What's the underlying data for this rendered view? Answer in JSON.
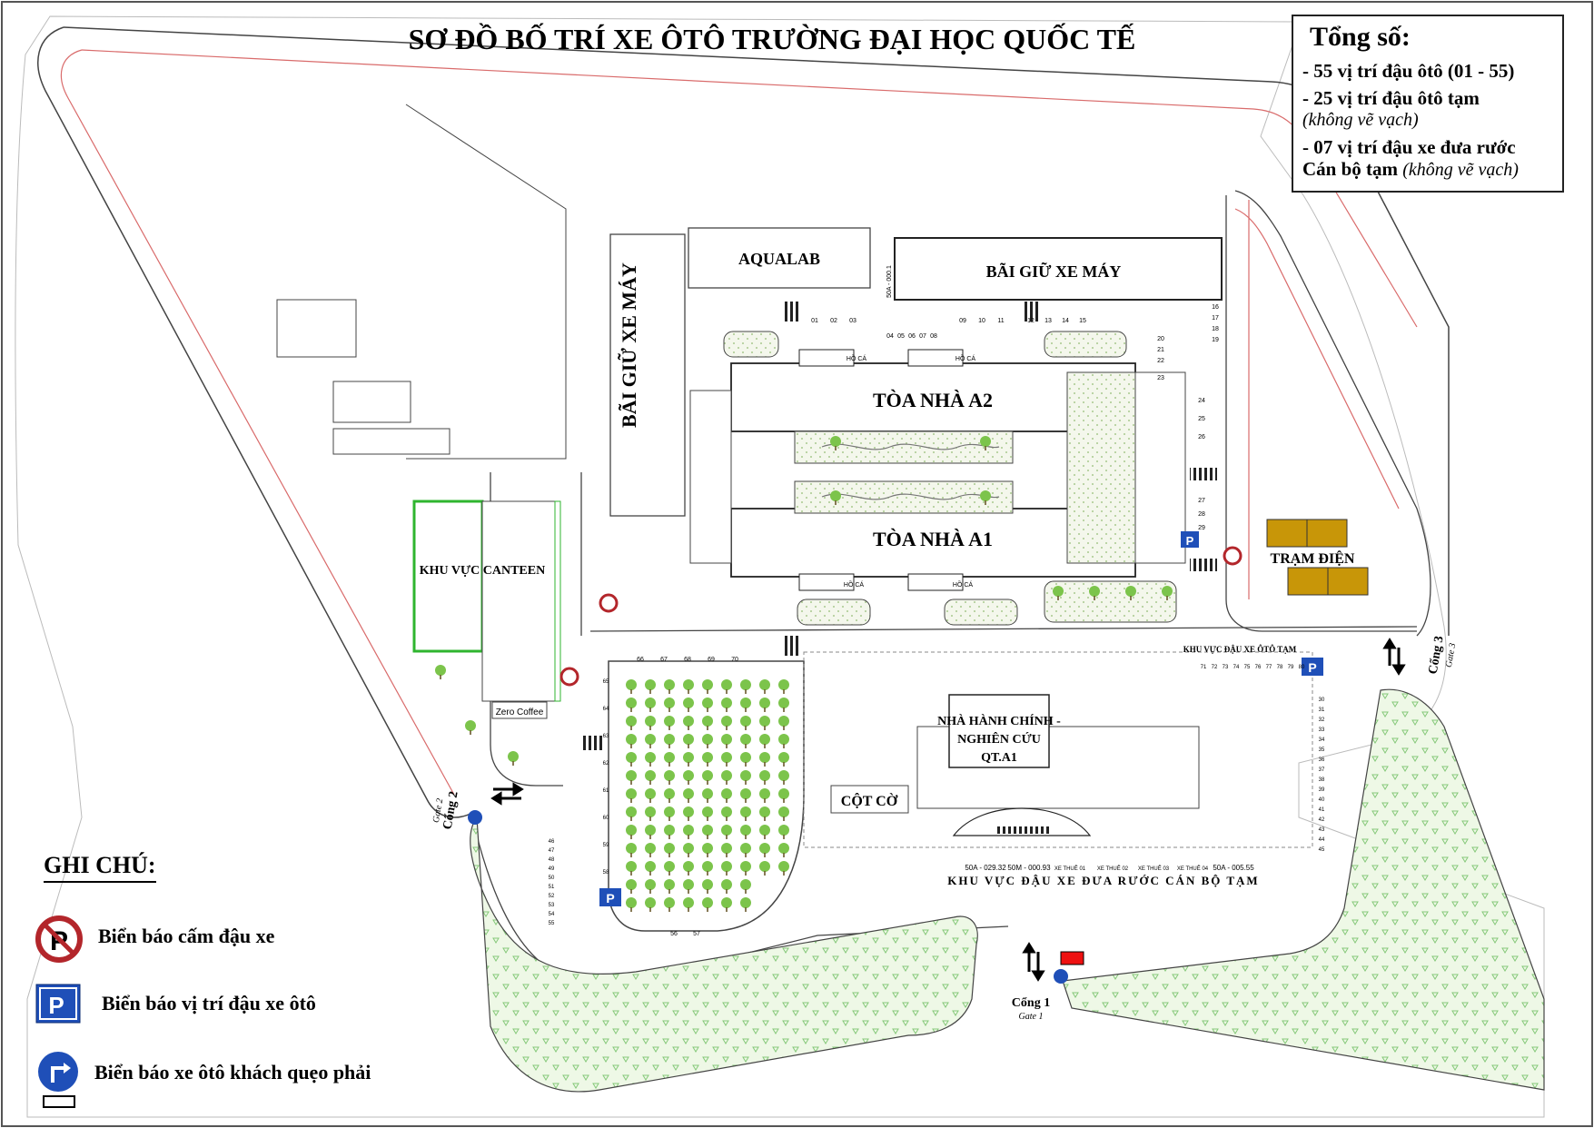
{
  "title": "SƠ ĐỒ BỐ TRÍ XE ÔTÔ TRƯỜNG ĐẠI HỌC QUỐC TẾ",
  "summary": {
    "heading": "Tổng số:",
    "line1": "- 55 vị trí đậu ôtô (01 - 55)",
    "line2": "- 25 vị trí đậu ôtô tạm",
    "line2_note": "(không vẽ vạch)",
    "line3": "- 07 vị trí đậu xe đưa rước",
    "line3b": "Cán bộ tạm",
    "line3_note": "(không vẽ vạch)"
  },
  "buildings": {
    "aqualab": "AQUALAB",
    "moto_top": "BÃI GIỮ XE MÁY",
    "moto_vertical": "BÃI GIỮ XE MÁY",
    "a2": "TÒA NHÀ A2",
    "a1": "TÒA NHÀ A1",
    "canteen": "KHU VỰC CANTEEN",
    "zero_coffee": "Zero Coffee",
    "admin1": "NHÀ HÀNH CHÍNH -",
    "admin2": "NGHIÊN CỨU",
    "admin3": "QT.A1",
    "flag": "CỘT CỜ",
    "power": "TRẠM ĐIỆN",
    "fish_pond": "HỒ CÁ"
  },
  "gates": {
    "gate1": "Cổng 1",
    "gate1_en": "Gate 1",
    "gate2": "Cổng 2",
    "gate2_en": "Gate 2",
    "gate3": "Cổng 3",
    "gate3_en": "Gate 3"
  },
  "zones": {
    "temp_parking": "KHU VỰC ĐẬU XE ÔTÔ TẠM",
    "shuttle_area": "KHU VỰC ĐẬU XE ĐƯA RƯỚC CÁN BỘ TẠM",
    "plate_top": "50A - 000.1",
    "plate1": "50A - 029.32",
    "plate2": "50M - 000.93",
    "hire1": "XE THUÊ 01",
    "hire2": "XE THUÊ 02",
    "hire3": "XE THUÊ 03",
    "hire4": "XE THUÊ 04",
    "plate3": "50A - 005.55"
  },
  "spots": {
    "top_a": [
      "01",
      "02",
      "03"
    ],
    "top_b": [
      "04",
      "05",
      "06",
      "07",
      "08"
    ],
    "top_c": [
      "09",
      "10",
      "11"
    ],
    "top_d": [
      "12",
      "13",
      "14",
      "15"
    ],
    "right_a": [
      "16",
      "17",
      "18",
      "19"
    ],
    "right_b": [
      "20",
      "21",
      "22"
    ],
    "s23": "23",
    "right_c": [
      "24",
      "25",
      "26"
    ],
    "right_d": [
      "27",
      "28",
      "29"
    ],
    "east": [
      "30",
      "31",
      "32",
      "33",
      "34",
      "35",
      "36",
      "37",
      "38",
      "39",
      "40",
      "41",
      "42",
      "43",
      "44",
      "45"
    ],
    "west": [
      "46",
      "47",
      "48",
      "49",
      "50",
      "51",
      "52",
      "53",
      "54",
      "55"
    ],
    "garden_bottom": [
      "56",
      "57"
    ],
    "garden_left": [
      "58",
      "59",
      "60",
      "61",
      "62",
      "63",
      "64",
      "65"
    ],
    "garden_top": [
      "66",
      "67",
      "68",
      "69",
      "70"
    ],
    "temp_row": [
      "71",
      "72",
      "73",
      "74",
      "75",
      "76",
      "77",
      "78",
      "79",
      "80"
    ]
  },
  "legend": {
    "title": "GHI CHÚ:",
    "no_parking": "Biển báo cấm đậu xe",
    "parking": "Biển báo vị trí đậu xe ôtô",
    "turn_right": "Biển báo xe ôtô khách quẹo phải"
  },
  "colors": {
    "road_edge": "#d96b6b",
    "outline": "#333333",
    "green_zone": "#e9f5de",
    "triangle": "#8ccf7d",
    "tree": "#7cc44b",
    "parking_sign": "#1f4fb8",
    "no_parking": "#b3262b",
    "transformer": "#c89608",
    "canteen_border": "#2fb52f"
  },
  "icons": [
    "no-parking-icon",
    "parking-sign-icon",
    "turn-right-icon",
    "bus-icon",
    "tree-icon",
    "crosswalk-icon",
    "direction-arrow-icon"
  ]
}
